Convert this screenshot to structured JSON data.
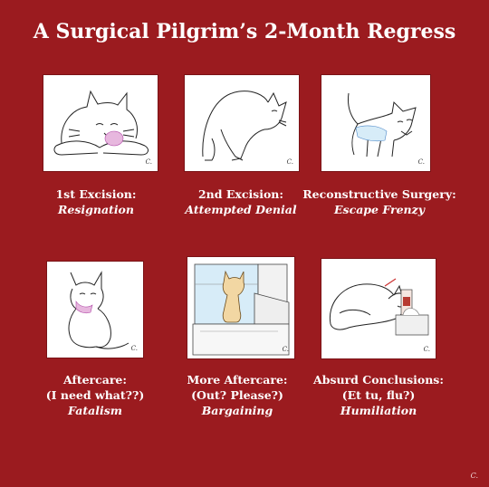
{
  "title": "A Surgical Pilgrim’s 2-Month Regress",
  "panels": [
    {
      "label": "1st Excision:",
      "stage": "Resignation"
    },
    {
      "label": "2nd Excision:",
      "stage": "Attempted Denial"
    },
    {
      "label": "Reconstructive Surgery:",
      "stage": "Escape Frenzy"
    },
    {
      "label": "Aftercare:",
      "sublabel": "(I need what??)",
      "stage": "Fatalism"
    },
    {
      "label": "More Aftercare:",
      "sublabel": "(Out? Please?)",
      "stage": "Bargaining"
    },
    {
      "label": "Absurd Conclusions:",
      "sublabel": "(Et tu, flu?)",
      "stage": "Humiliation"
    }
  ],
  "colors": {
    "background": "#9b1b1f",
    "text": "#ffffff",
    "panel": "#ffffff"
  },
  "icons": [
    "cat-lying-drawing",
    "cat-crouching-drawing",
    "cat-hissing-drawing",
    "cat-sitting-drawing",
    "cat-window-drawing",
    "cat-sleeping-drawing"
  ]
}
